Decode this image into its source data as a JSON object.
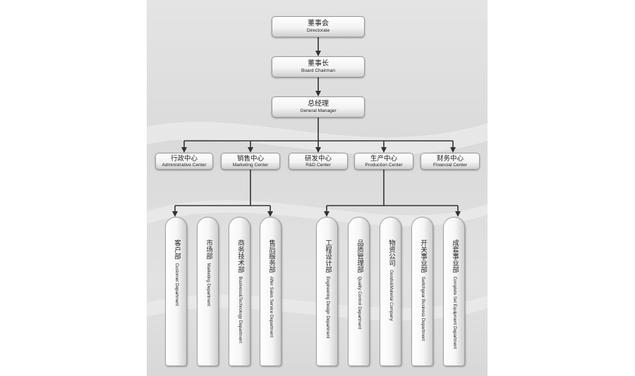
{
  "top_chain": [
    {
      "cn": "董事会",
      "en": "Directorate"
    },
    {
      "cn": "董事长",
      "en": "Board Chairman"
    },
    {
      "cn": "总经理",
      "en": "General Manager"
    }
  ],
  "centers": [
    {
      "cn": "行政中心",
      "en": "Administrative Center"
    },
    {
      "cn": "销售中心",
      "en": "Marketing Center"
    },
    {
      "cn": "研发中心",
      "en": "R&D Center"
    },
    {
      "cn": "生产中心",
      "en": "Production Center"
    },
    {
      "cn": "财务中心",
      "en": "Financial Center"
    }
  ],
  "marketing_departments": [
    {
      "cn": "客户部",
      "en": "Customer Department"
    },
    {
      "cn": "市场部",
      "en": "Marketing Department"
    },
    {
      "cn": "商务技术部",
      "en": "Business&Technology Department"
    },
    {
      "cn": "售后服务部",
      "en": "After Sales Service Department"
    }
  ],
  "production_departments": [
    {
      "cn": "工程设计部",
      "en": "Engineering Design Department"
    },
    {
      "cn": "品质管理部",
      "en": "Quality Control Department"
    },
    {
      "cn": "物资公司",
      "en": "Goods&Material Company"
    },
    {
      "cn": "开关事业部",
      "en": "Switchgear Business Department"
    },
    {
      "cn": "成套事业部",
      "en": "Complete Set Equipment Department"
    }
  ]
}
